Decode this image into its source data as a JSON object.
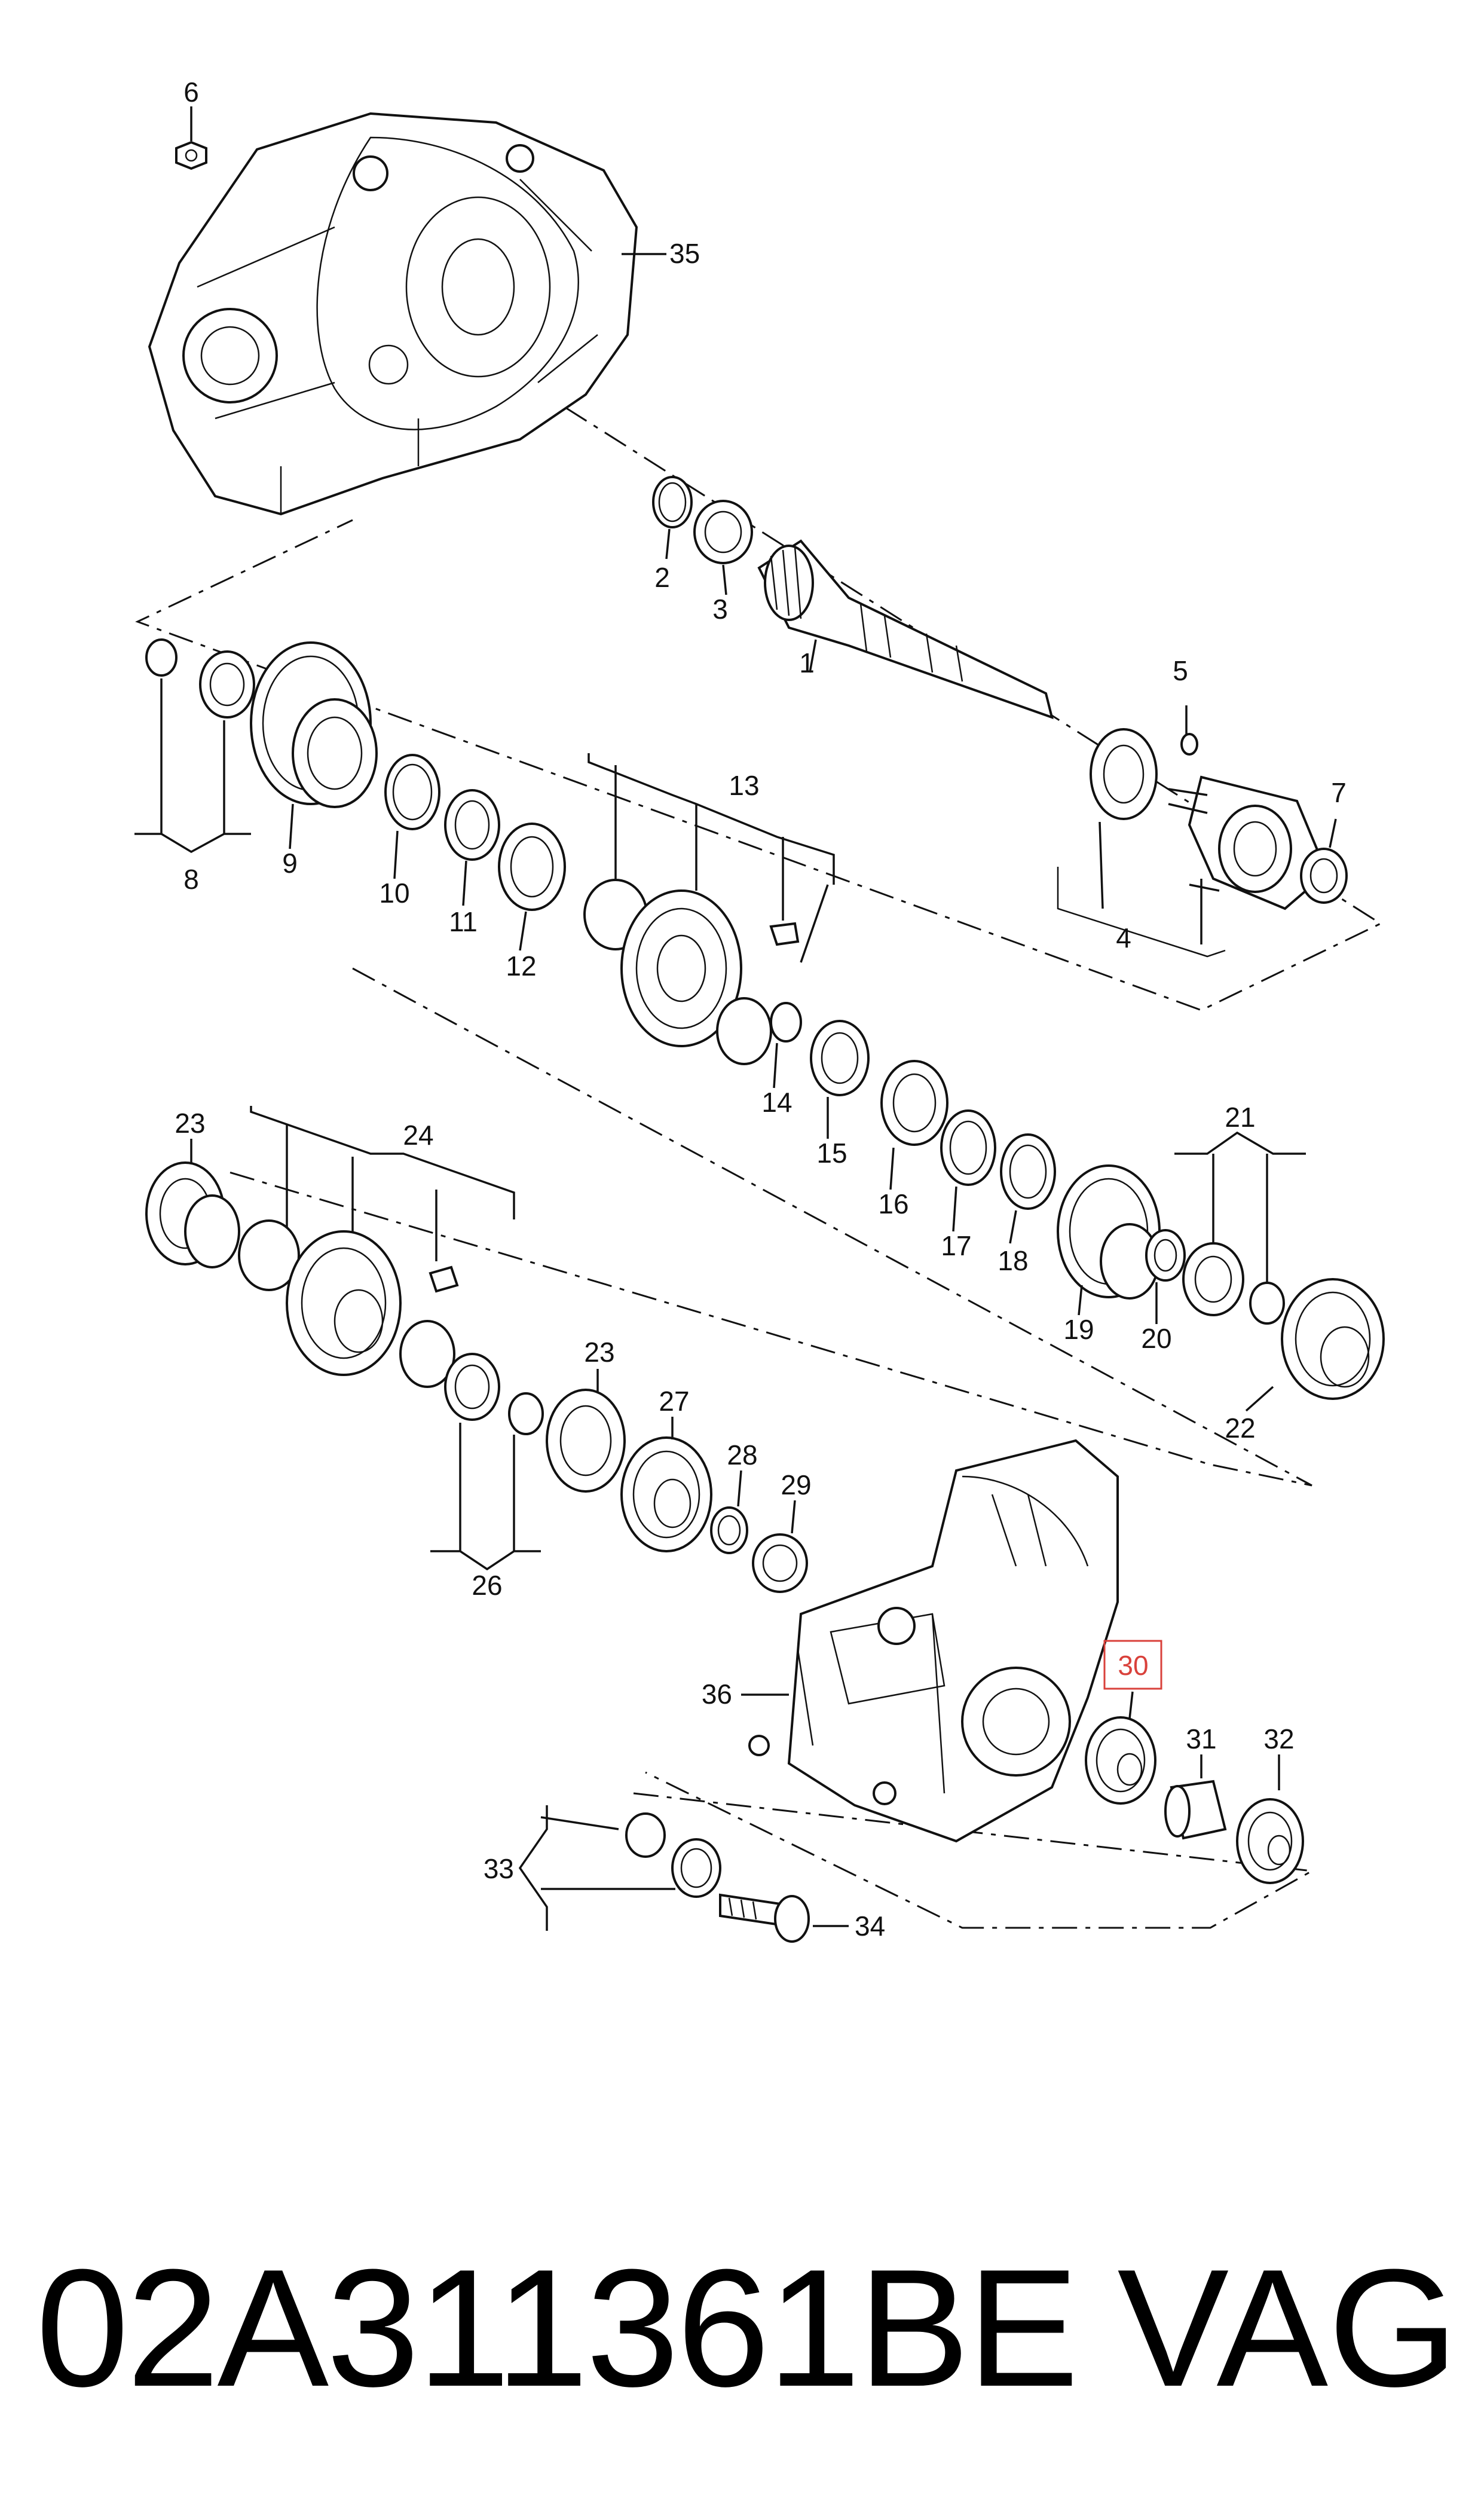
{
  "diagram": {
    "callouts": {
      "c1": "1",
      "c2": "2",
      "c3": "3",
      "c4": "4",
      "c5": "5",
      "c6": "6",
      "c7": "7",
      "c8": "8",
      "c9": "9",
      "c10": "10",
      "c11": "11",
      "c12": "12",
      "c13": "13",
      "c14": "14",
      "c15": "15",
      "c16": "16",
      "c17": "17",
      "c18": "18",
      "c19": "19",
      "c20": "20",
      "c21": "21",
      "c22": "22",
      "c23a": "23",
      "c23b": "23",
      "c24": "24",
      "c26": "26",
      "c27": "27",
      "c28": "28",
      "c29": "29",
      "c30": "30",
      "c31": "31",
      "c32": "32",
      "c33": "33",
      "c34": "34",
      "c35": "35",
      "c36": "36"
    },
    "highlighted_callout": "30",
    "highlight_color": "#d9413b"
  },
  "footer": {
    "part_number": "02A311361BE",
    "brand": "VAG"
  }
}
